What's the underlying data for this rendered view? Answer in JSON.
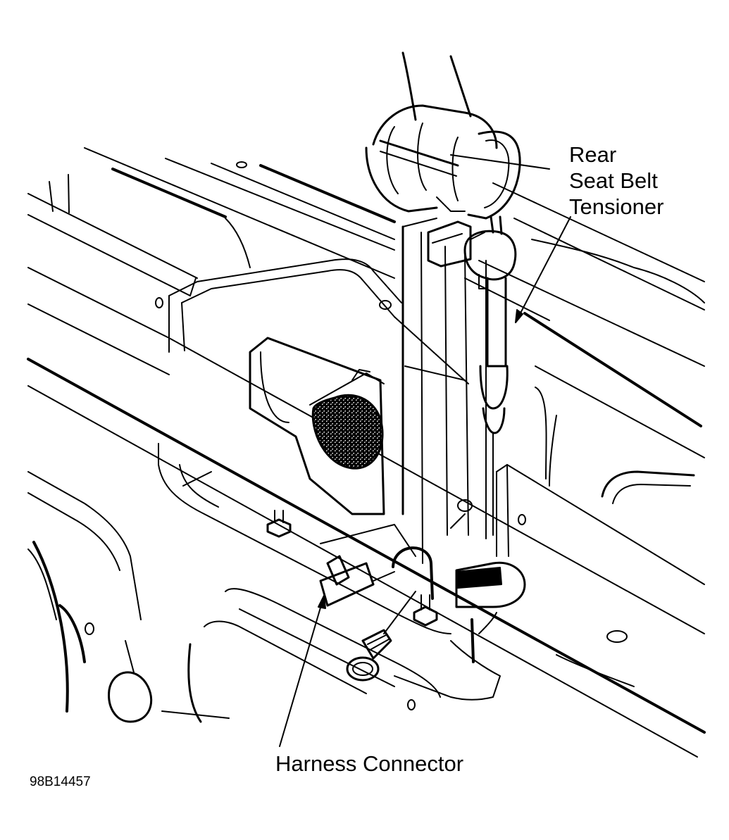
{
  "callouts": {
    "tensioner": [
      "Rear",
      "Seat Belt",
      "Tensioner"
    ],
    "harness": "Harness Connector"
  },
  "figure_id": "98B14457",
  "colors": {
    "line": "#000000",
    "background": "#ffffff"
  }
}
